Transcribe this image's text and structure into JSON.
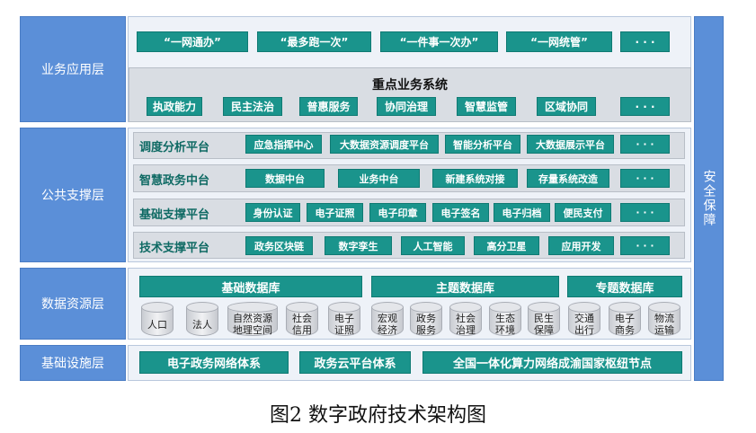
{
  "layers": {
    "application": "业务应用层",
    "support": "公共支撑层",
    "data": "数据资源层",
    "infra": "基础设施层"
  },
  "application": {
    "top_items": [
      "“一网通办”",
      "“最多跑一次”",
      "“一件事一次办”",
      "“一网统管”",
      "· · ·"
    ],
    "key_title": "重点业务系统",
    "key_items": [
      "执政能力",
      "民主法治",
      "普惠服务",
      "协同治理",
      "智慧监管",
      "区域协同",
      "· · ·"
    ]
  },
  "support": {
    "rows": [
      {
        "label": "调度分析平台",
        "items": [
          "应急指挥中心",
          "大数据资源调度平台",
          "智能分析平台",
          "大数据展示平台",
          "· · ·"
        ]
      },
      {
        "label": "智慧政务中台",
        "items": [
          "数据中台",
          "业务中台",
          "新建系统对接",
          "存量系统改造",
          "· · ·"
        ]
      },
      {
        "label": "基础支撑平台",
        "items": [
          "身份认证",
          "电子证照",
          "电子印章",
          "电子签名",
          "电子归档",
          "便民支付",
          "· · ·"
        ]
      },
      {
        "label": "技术支撑平台",
        "items": [
          "政务区块链",
          "数字孪生",
          "人工智能",
          "高分卫星",
          "应用开发",
          "· · ·"
        ]
      }
    ]
  },
  "data": {
    "groups": [
      {
        "title": "基础数据库",
        "items": [
          "人口",
          "法人",
          "自然资源\n地理空间",
          "社会\n信用",
          "电子\n证照"
        ]
      },
      {
        "title": "主题数据库",
        "items": [
          "宏观\n经济",
          "政务\n服务",
          "社会\n治理",
          "生态\n环境",
          "民生\n保障"
        ]
      },
      {
        "title": "专题数据库",
        "items": [
          "交通\n出行",
          "电子\n商务",
          "物流\n运输"
        ]
      }
    ]
  },
  "infra": {
    "items": [
      "电子政务网络体系",
      "政务云平台体系",
      "全国一体化算力网络成渝国家枢纽节点"
    ]
  },
  "security": "安全保障",
  "caption": "图2  数字政府技术架构图",
  "colors": {
    "layer_blue": "#5b8fd8",
    "teal": "#1a948c",
    "panel": "#eef2f8"
  }
}
